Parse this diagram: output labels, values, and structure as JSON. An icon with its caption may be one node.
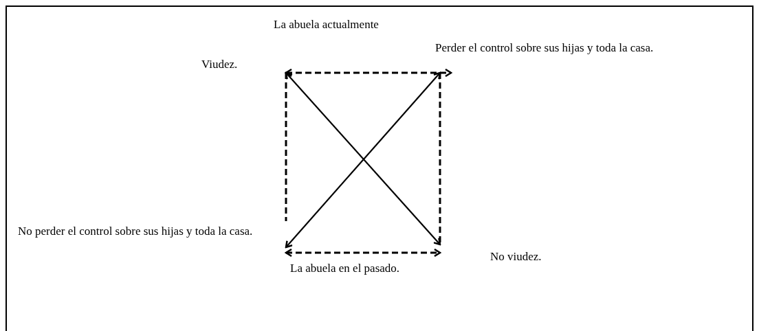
{
  "diagram": {
    "nodes": [
      {
        "text": [
          "Viudez."
        ]
      },
      {
        "text": [
          "Perder el control sobre sus hijas y toda la casa."
        ]
      },
      {
        "text": [
          "No perder el control sobre sus hijas y toda la casa."
        ]
      },
      {
        "text": [
          "No viudez."
        ]
      }
    ],
    "edges": [
      {
        "from": 0,
        "to": 1,
        "arrow": "both",
        "style": "dashed"
      },
      {
        "from": 2,
        "to": 3,
        "arrow": "both",
        "style": "dashed"
      },
      {
        "from": 0,
        "to": 2,
        "arrow": "none",
        "style": "dashed"
      },
      {
        "from": 1,
        "to": 3,
        "arrow": "none",
        "style": "dashed"
      },
      {
        "from": 0,
        "to": 3,
        "arrow": "both"
      },
      {
        "from": 1,
        "to": 2,
        "arrow": "both"
      }
    ],
    "labels": [
      "La abuela actualmente",
      "La abuela en el pasado."
    ]
  }
}
